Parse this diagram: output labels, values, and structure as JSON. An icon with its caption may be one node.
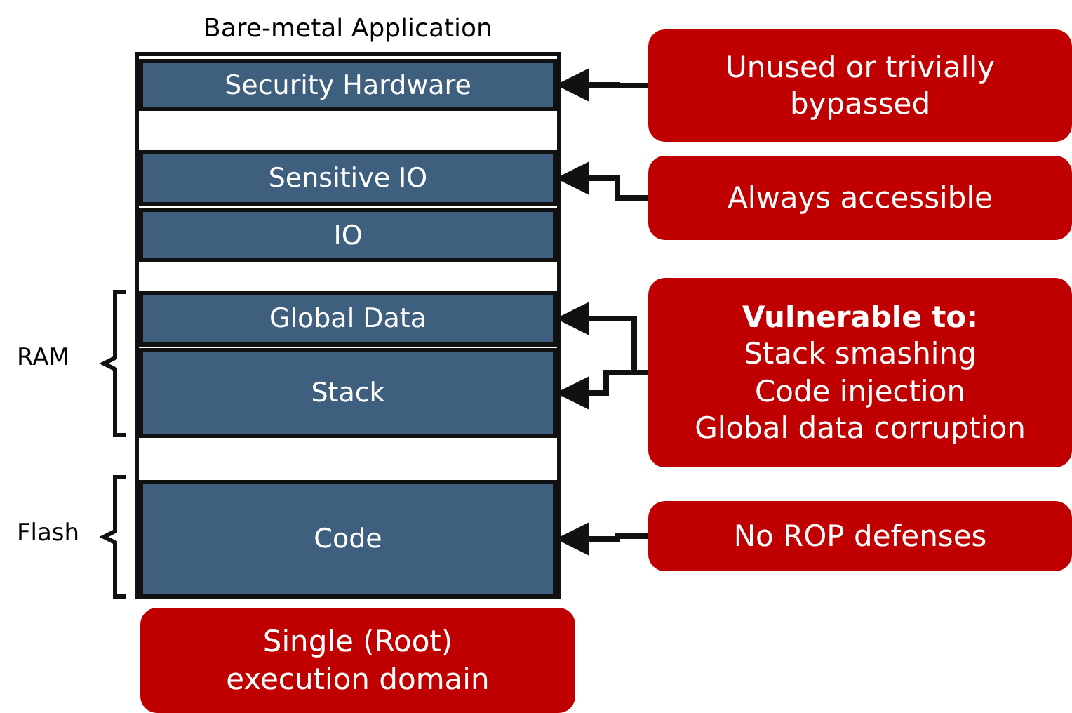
{
  "diagram": {
    "nodes": [
      {
        "text": [
          "Bare-metal Application"
        ]
      },
      {
        "text": [
          "Security Hardware"
        ],
        "in": 0
      },
      {
        "text": [
          "Sensitive IO"
        ],
        "in": 0
      },
      {
        "text": [
          "IO"
        ],
        "in": 0
      },
      {
        "text": [
          "Global Data"
        ],
        "in": 0
      },
      {
        "text": [
          "Stack"
        ],
        "in": 0
      },
      {
        "text": [
          "Code"
        ],
        "in": 0
      },
      {
        "text": [
          "Unused or trivially bypassed"
        ]
      },
      {
        "text": [
          "Always accessible"
        ]
      },
      {
        "text": [
          "Vulnerable to:",
          "Stack smashing",
          "Code injection",
          "Global data corruption"
        ]
      },
      {
        "text": [
          "No ROP defenses"
        ]
      },
      {
        "text": [
          "Single (Root) execution domain"
        ]
      }
    ],
    "edges": [
      {
        "from": 7,
        "to": 1,
        "arrow": "to"
      },
      {
        "from": 8,
        "to": 2,
        "arrow": "to"
      },
      {
        "from": 9,
        "to": 4,
        "arrow": "to"
      },
      {
        "from": 9,
        "to": 5,
        "arrow": "to"
      },
      {
        "from": 10,
        "to": 6,
        "arrow": "to"
      }
    ],
    "labels": [
      "RAM",
      "Flash"
    ]
  }
}
